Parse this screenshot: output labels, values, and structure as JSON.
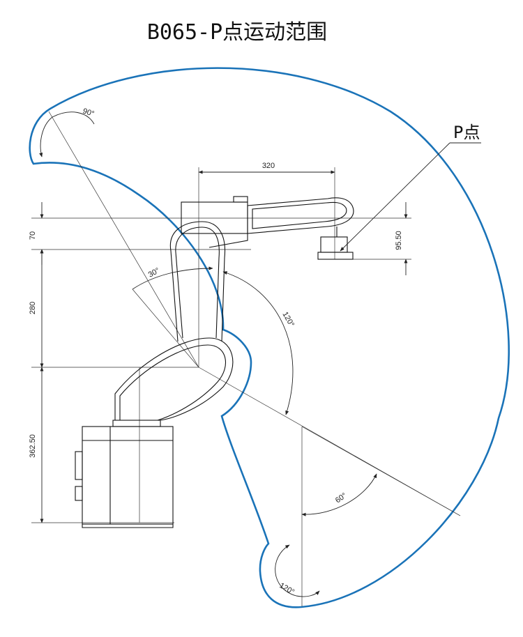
{
  "title": "B065-P点运动范围",
  "point_label": "P点",
  "dimensions": {
    "d320": "320",
    "d70": "70",
    "d95_50": "95.50",
    "d280": "280",
    "d362_50": "362.50"
  },
  "angles": {
    "a90": "90°",
    "a30": "30°",
    "a120_mid": "120°",
    "a60": "60°",
    "a120_bottom": "120°"
  },
  "colors": {
    "envelope": "#1a73b8",
    "lines": "#222222"
  }
}
